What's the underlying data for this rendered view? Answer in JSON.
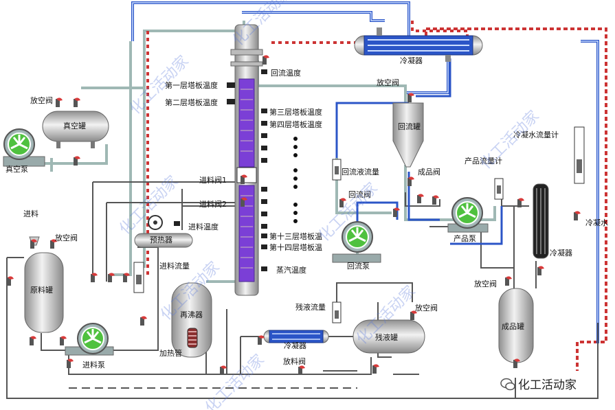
{
  "labels": {
    "vacuum_pump": "真空泵",
    "vacuum_tank": "真空罐",
    "vent_valve": "放空阀",
    "feed": "进料",
    "feed_tank": "原料罐",
    "feed_pump": "进料泵",
    "preheater": "预热器",
    "feed_flow": "进料流量",
    "reboiler": "再沸器",
    "heating_tube": "加热管",
    "feed_valve_1": "进料阀1",
    "feed_valve_2": "进料阀2",
    "feed_temp": "进料温度",
    "tray1_temp": "第一层塔板温度",
    "tray2_temp": "第二层塔板温度",
    "tray3_temp": "第三层塔板温度",
    "tray4_temp": "第四层塔板温度",
    "tray13_temp": "第十三层塔板温",
    "tray14_temp": "第十四层塔板温",
    "steam_temp": "蒸汽温度",
    "reflux_temp": "回流温度",
    "condenser": "冷凝器",
    "reflux_tank": "回流罐",
    "reflux_flow": "回流液流量",
    "reflux_valve": "回流阀",
    "reflux_pump": "回流泵",
    "product_valve": "成品阀",
    "product_flow_meter": "产品流量计",
    "product_pump": "产品泵",
    "cw_flow_meter": "冷凝水流量计",
    "cooling_water": "冷凝水",
    "product_tank": "成品罐",
    "residue_flow": "残液流量",
    "residue_tank": "残液罐",
    "discharge_valve": "放料阀"
  },
  "watermark": "化工活动家",
  "logo_text": "化工活动家",
  "colors": {
    "pipe_blue": "#2b55c7",
    "pipe_red": "#cc3333",
    "pipe_grey": "#9fb8b4",
    "pipe_dark": "#444444",
    "vessel": "#c8c8c8",
    "tray_purple": "#7b3fd6",
    "pump_green": "#4fc13f",
    "valve_red": "#d83a3a"
  }
}
